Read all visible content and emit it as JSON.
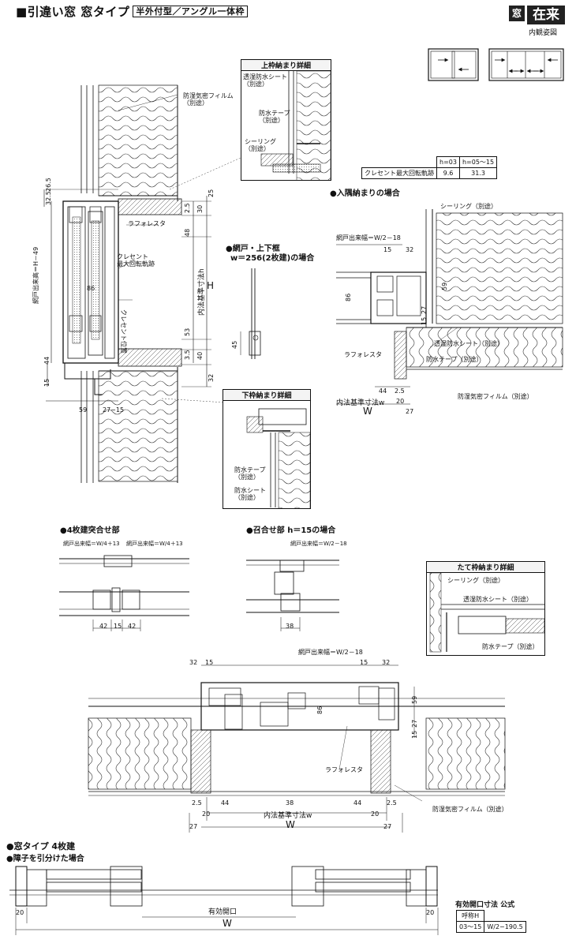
{
  "header": {
    "title": "■引違い窓 窓タイプ",
    "subtitle_box": "半外付型／アングル一体枠",
    "badge_mado": "窓",
    "badge_zairai": "在来",
    "view_note": "内観姿図"
  },
  "rotation_table": {
    "col_h03": "h=03",
    "col_h05_15": "h=05〜15",
    "row_label": "クレセント最大回転軌跡",
    "val_h03": "9.6",
    "val_h05_15": "31.3"
  },
  "top_detail": {
    "title": "上枠納まり詳細",
    "label_sheet": "透湿防水シート\n（別途）",
    "label_tape": "防水テープ\n（別途）",
    "label_sealing": "シーリング\n（別途）"
  },
  "bottom_detail": {
    "title": "下枠納まり詳細",
    "label_tape": "防水テープ\n（別途）",
    "label_sheet": "防水シート\n（別途）"
  },
  "side_detail": {
    "title": "たて枠納まり詳細",
    "label_sealing": "シーリング（別途）",
    "label_sheet": "透湿防水シート（別途）",
    "label_tape": "防水テープ（別途）"
  },
  "vertical_section": {
    "film": "防湿気密フィルム\n（別途）",
    "lafolesta": "ラフォレスタ",
    "crescent_track": "クレセント\n最大回転軌跡",
    "crescent_pos": "クレセント位置",
    "screen_height": "網戸出来高＝H－49",
    "inner_dim": "内法基準寸法h",
    "H": "H",
    "d32_5": "32.5",
    "d26_5": "26.5",
    "d86": "86",
    "d44": "44",
    "d15": "15",
    "d59": "59",
    "d27_15": "27−15",
    "d25": "25",
    "d2_5": "2.5",
    "d30": "30",
    "d48": "48",
    "d53": "53",
    "d3_5": "3.5",
    "d40": "40",
    "d32": "32"
  },
  "screen_frame": {
    "title1": "●網戸・上下框",
    "title2": "w＝256(2枚建)の場合",
    "d45": "45"
  },
  "corner": {
    "title": "●入隅納まりの場合",
    "sealing": "シーリング（別途）",
    "screen_width": "網戸出来幅＝W/2－18",
    "d15": "15",
    "d32": "32",
    "d86": "86",
    "d59": "59",
    "d15b": "15",
    "d27": "27",
    "sheet": "透湿防水シート（別途）",
    "lafolesta": "ラフォレスタ",
    "tape": "防水テープ（別途）",
    "film": "防湿気密フィルム（別途）",
    "d44": "44",
    "d2_5": "2.5",
    "inner_w": "内法基準寸法w",
    "d20": "20",
    "W": "W",
    "d27b": "27"
  },
  "four_panel": {
    "title": "●4枚建突合せ部",
    "screen_w1": "網戸出来幅＝W/4＋13",
    "screen_w2": "網戸出来幅＝W/4＋13",
    "d42a": "42",
    "d15": "15",
    "d42b": "42"
  },
  "meeting": {
    "title": "●召合せ部",
    "title_h": "h＝15の場合",
    "screen_w": "網戸出来幅＝W/2－18",
    "d38": "38"
  },
  "horizontal": {
    "screen_w": "網戸出来幅＝W/2－18",
    "d32": "32",
    "d15": "15",
    "d15r": "15",
    "d32r": "32",
    "d86": "86",
    "d59": "59",
    "d15v": "15",
    "d27v": "27",
    "lafolesta": "ラフォレスタ",
    "film": "防湿気密フィルム（別途）",
    "d2_5l": "2.5",
    "d44l": "44",
    "d38": "38",
    "d44r": "44",
    "d2_5r": "2.5",
    "d20l": "20",
    "inner_w": "内法基準寸法w",
    "d20r": "20",
    "d27l": "27",
    "W": "W",
    "d27r": "27"
  },
  "four_panel_type": {
    "title": "●窓タイプ 4枚建",
    "subtitle": "●障子を引分けた場合",
    "d20l": "20",
    "opening": "有効開口",
    "W": "W",
    "d20r": "20"
  },
  "opening_table": {
    "title": "有効開口寸法 公式",
    "col1": "呼称H",
    "val1": "03〜15",
    "val2": "W/2−190.5"
  }
}
